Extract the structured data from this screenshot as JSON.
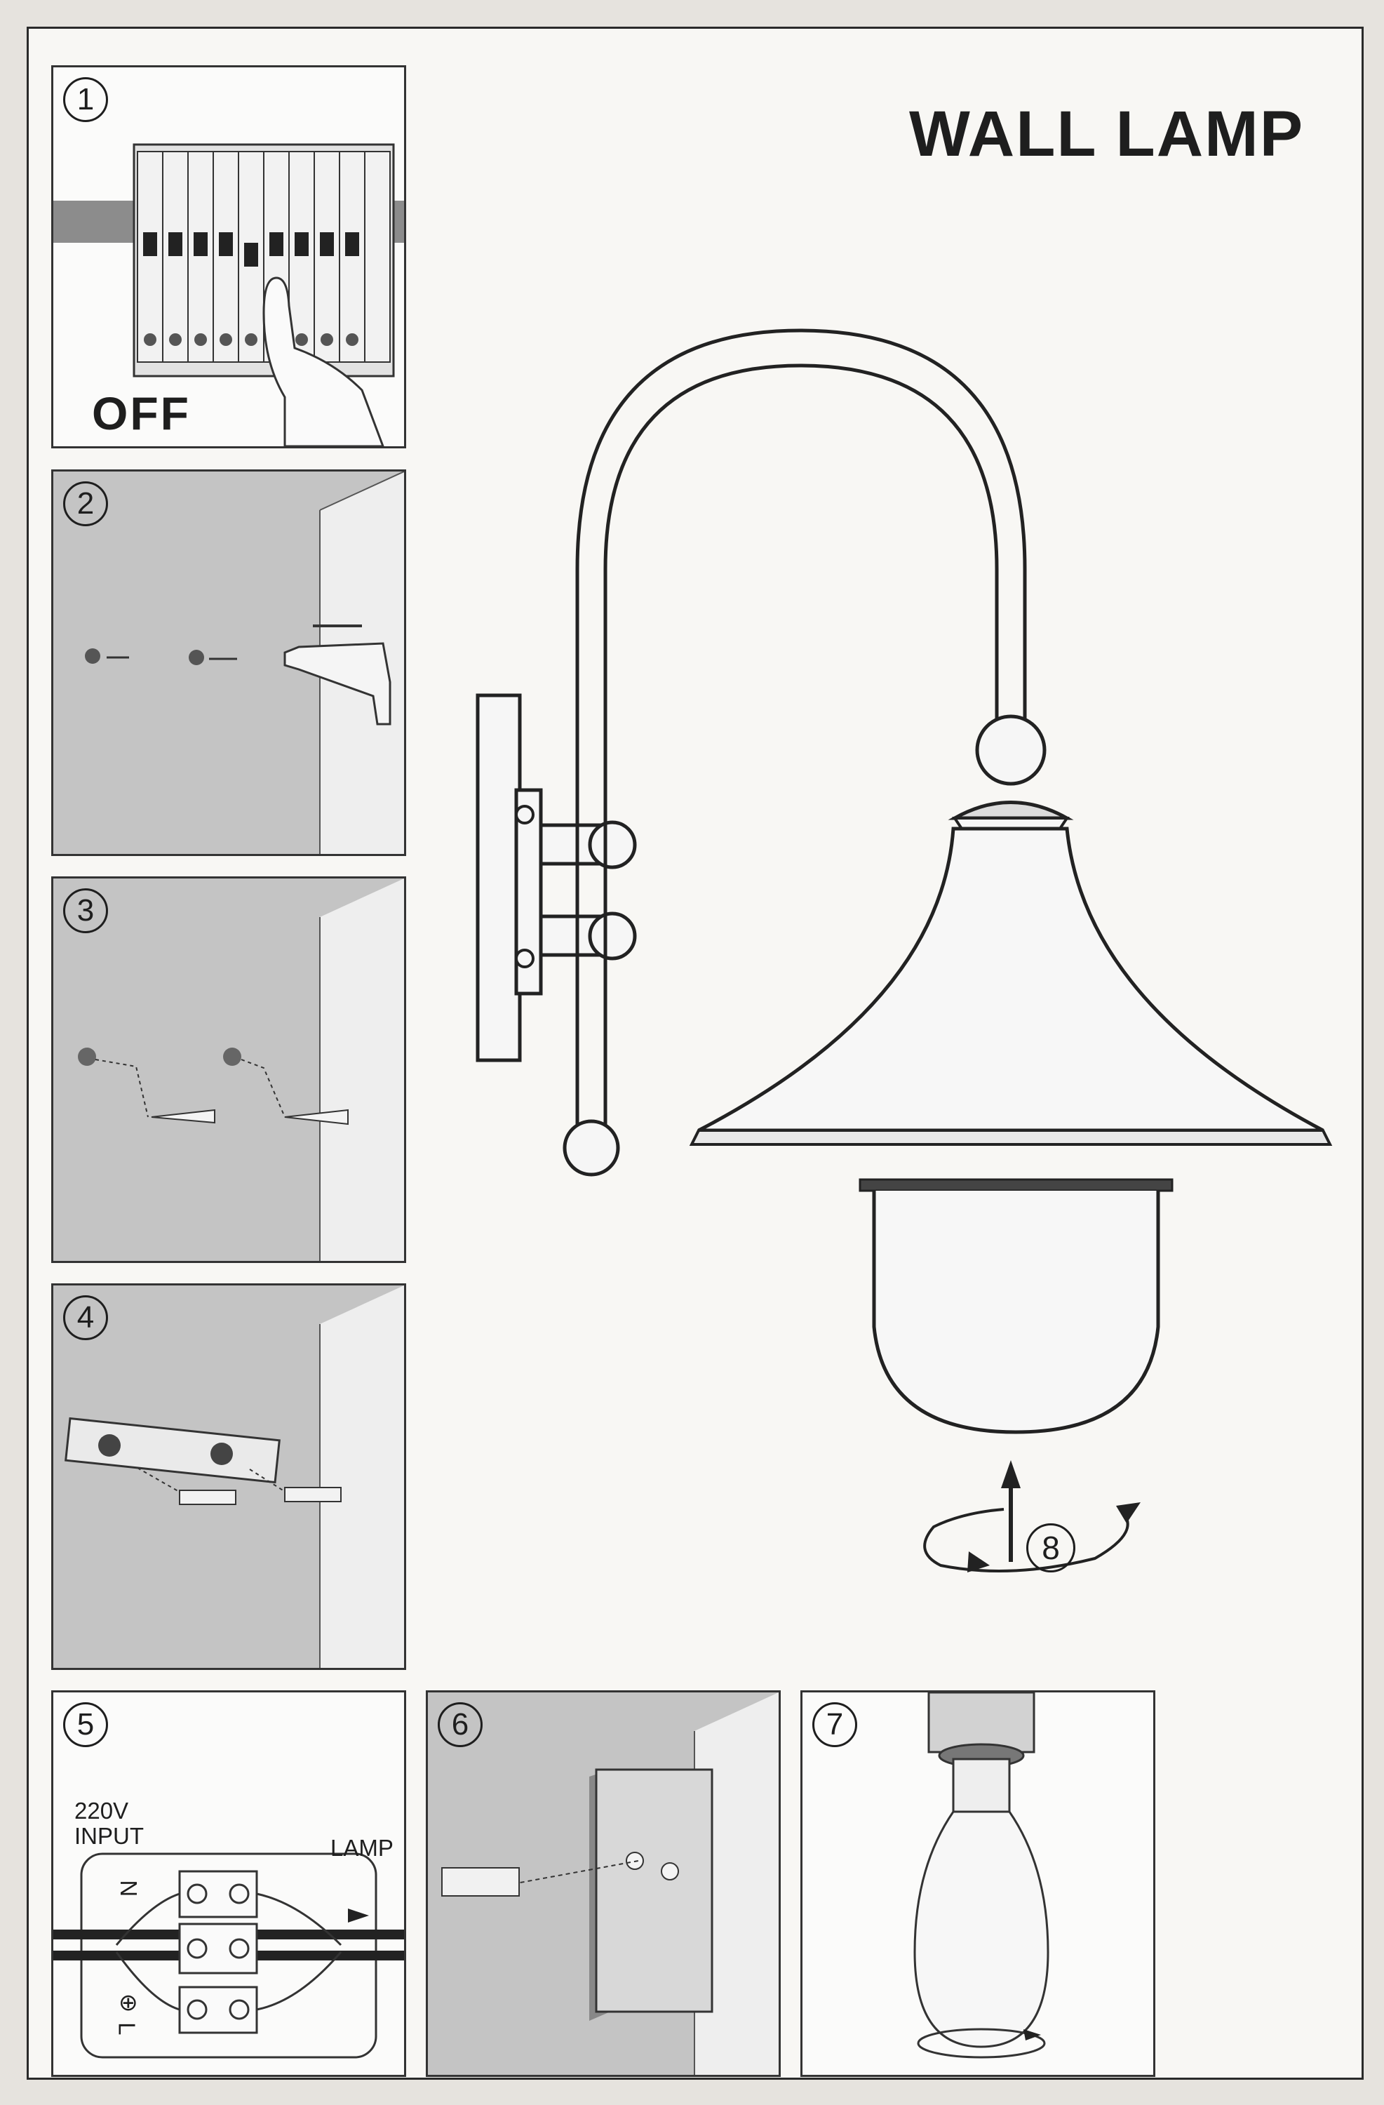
{
  "title": "WALL LAMP",
  "steps": [
    {
      "number": "1",
      "label": "OFF"
    },
    {
      "number": "2"
    },
    {
      "number": "3"
    },
    {
      "number": "4"
    },
    {
      "number": "5",
      "input_label_1": "220V",
      "input_label_2": "INPUT",
      "output_label": "LAMP",
      "terminal_n": "N",
      "terminal_l": "L",
      "earth_symbol": "⊕"
    },
    {
      "number": "6"
    },
    {
      "number": "7"
    },
    {
      "number": "8"
    }
  ]
}
